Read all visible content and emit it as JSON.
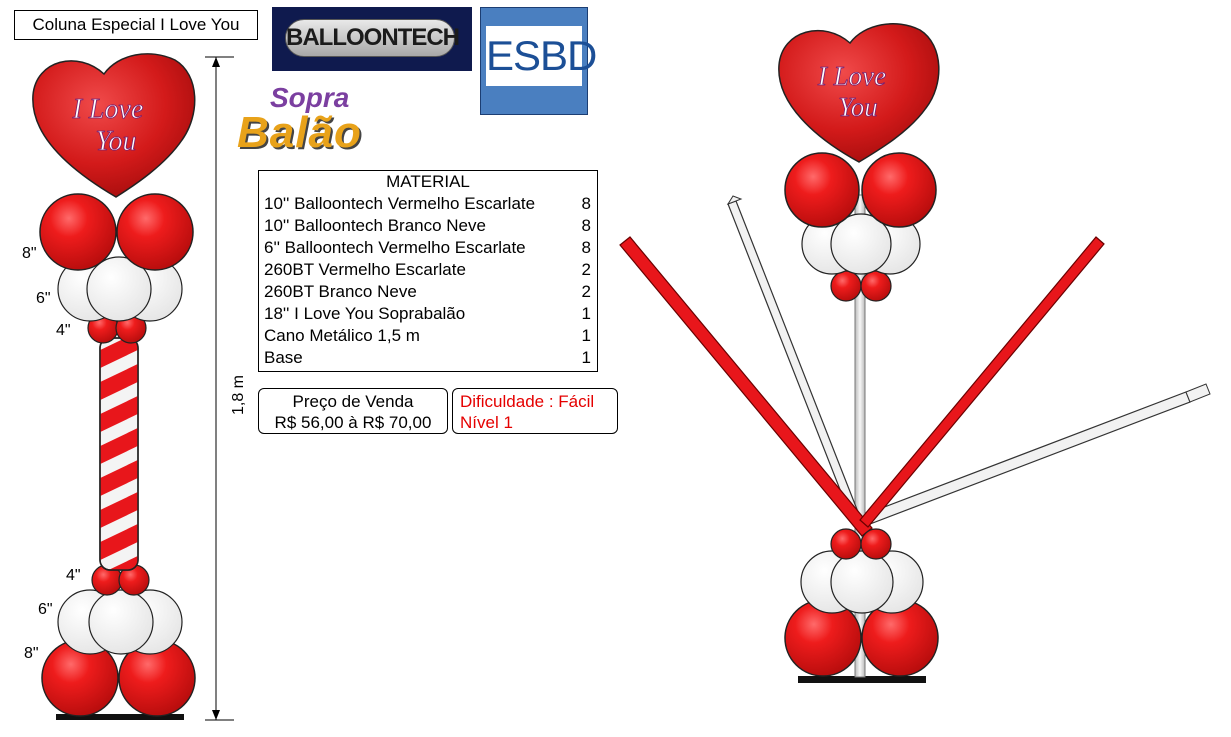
{
  "title": "Coluna Especial I Love You",
  "logos": {
    "balloontech": "BALLOONTECH",
    "esbd": "ESBD",
    "soprabalao_line1": "Sopra",
    "soprabalao_line2": "Balão"
  },
  "balloon_text": {
    "line1": "I Love",
    "line2": "You"
  },
  "size_labels": {
    "top_8": "8\"",
    "top_6": "6\"",
    "top_4": "4\"",
    "bottom_4": "4\"",
    "bottom_6": "6\"",
    "bottom_8": "8\""
  },
  "height_label": "1,8 m",
  "material": {
    "heading": "MATERIAL",
    "items": [
      {
        "name": "10'' Balloontech Vermelho Escarlate",
        "qty": "8"
      },
      {
        "name": "10'' Balloontech Branco Neve",
        "qty": "8"
      },
      {
        "name": "6'' Balloontech Vermelho Escarlate",
        "qty": "8"
      },
      {
        "name": "260BT Vermelho Escarlate",
        "qty": "2"
      },
      {
        "name": "260BT Branco Neve",
        "qty": "2"
      },
      {
        "name": "18'' I Love You Soprabalão",
        "qty": "1"
      },
      {
        "name": "Cano Metálico 1,5 m",
        "qty": "1"
      },
      {
        "name": "Base",
        "qty": "1"
      }
    ]
  },
  "price": {
    "label": "Preço de Venda",
    "value": "R$ 56,00 à R$ 70,00"
  },
  "difficulty": {
    "label": "Dificuldade : Fácil",
    "level": "Nível 1"
  },
  "colors": {
    "red": "#e8161b",
    "white": "#f2f2f2",
    "navy": "#0f1a4e",
    "esbd_blue": "#4a7fc0",
    "difficulty_text": "#e50000"
  }
}
